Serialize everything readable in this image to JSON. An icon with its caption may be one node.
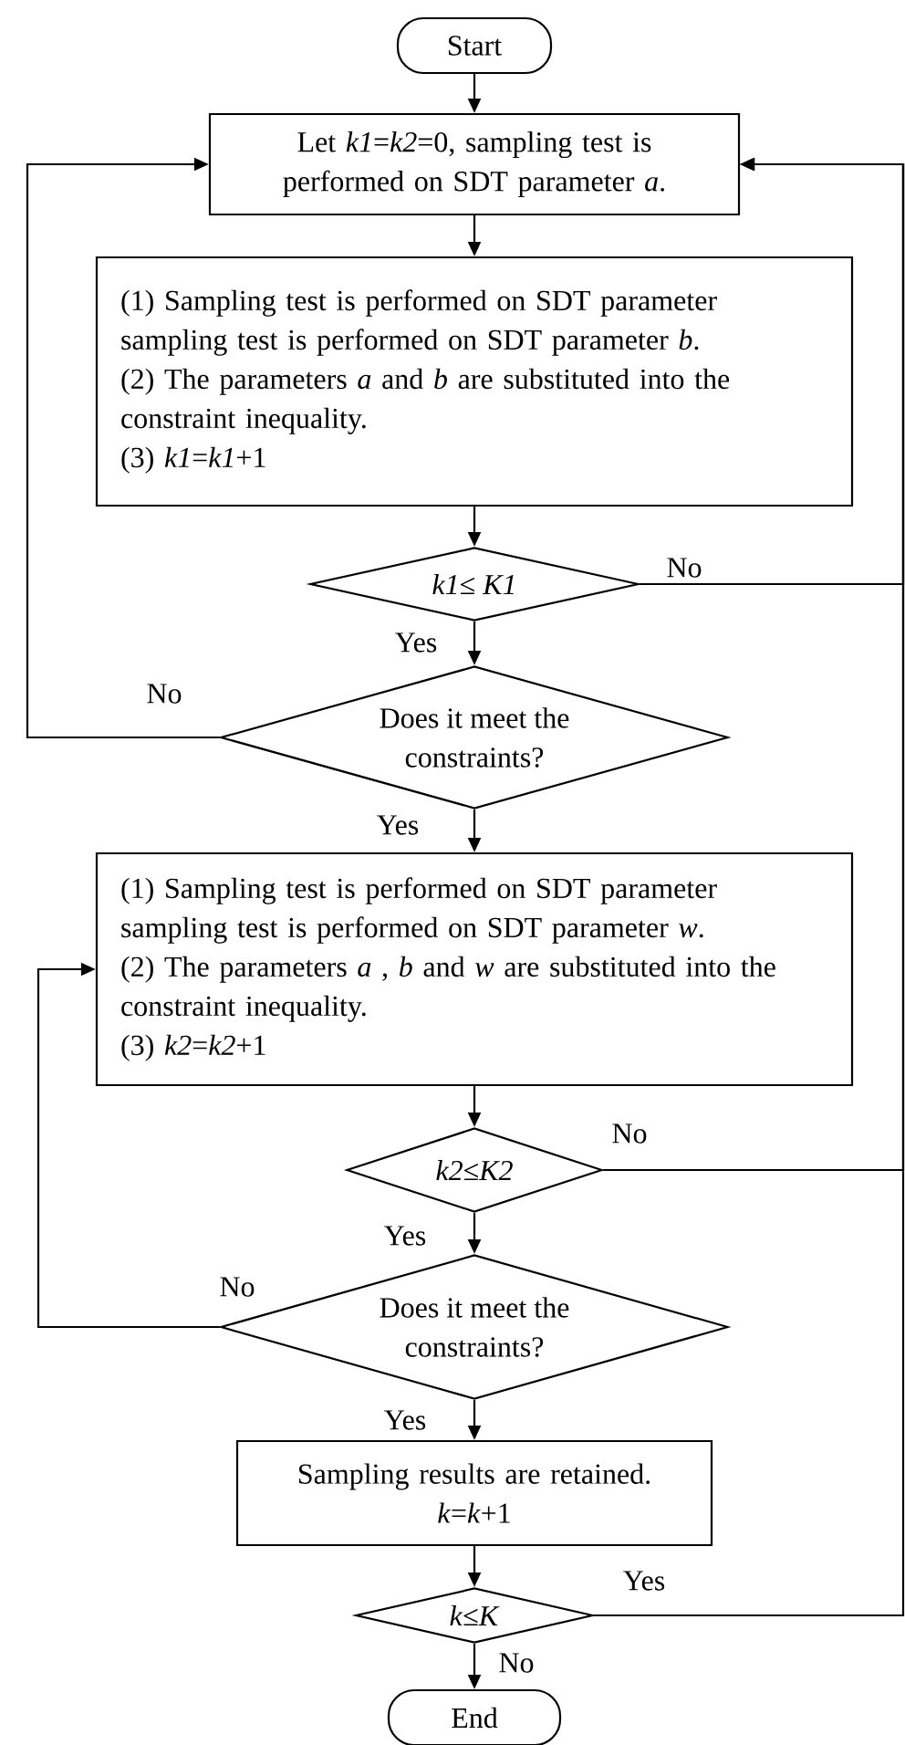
{
  "diagram": {
    "nodes": [
      {
        "text": [
          "Start"
        ]
      },
      {
        "text": [
          "Let *k1*=*k2*=0, sampling test is performed on SDT parameter *a*."
        ]
      },
      {
        "text": [
          "(1) Sampling test is performed on SDT parameter sampling test is performed on SDT parameter *b*.",
          "(2) The parameters *a* and *b* are substituted into the constraint inequality.",
          "(3) *k1*=*k1*+1"
        ]
      },
      {
        "text": [
          "*k1*≤ *K1*"
        ]
      },
      {
        "text": [
          "Does it meet the constraints?"
        ]
      },
      {
        "text": [
          "(1) Sampling test is performed on SDT parameter sampling test is performed on SDT parameter *w*.",
          "(2) The parameters *a* , *b* and *w* are substituted into the constraint inequality.",
          "(3) *k2*=*k2*+1"
        ]
      },
      {
        "text": [
          "*k2*≤*K2*"
        ]
      },
      {
        "text": [
          "Does it meet the constraints?"
        ]
      },
      {
        "text": [
          "Sampling results are retained.",
          "*k*=*k*+1"
        ]
      },
      {
        "text": [
          "*k*≤*K*"
        ]
      },
      {
        "text": [
          "End"
        ]
      }
    ],
    "edges": [
      {
        "from": 0,
        "to": 1,
        "arrow": "to"
      },
      {
        "from": 1,
        "to": 2,
        "arrow": "to"
      },
      {
        "from": 2,
        "to": 3,
        "arrow": "to"
      },
      {
        "from": 3,
        "to": 4,
        "arrow": "to",
        "label": "Yes"
      },
      {
        "from": 3,
        "to": 1,
        "arrow": "to",
        "label": "No"
      },
      {
        "from": 4,
        "to": 1,
        "arrow": "to",
        "label": "No"
      },
      {
        "from": 4,
        "to": 5,
        "arrow": "to",
        "label": "Yes"
      },
      {
        "from": 5,
        "to": 6,
        "arrow": "to"
      },
      {
        "from": 6,
        "to": 7,
        "arrow": "to",
        "label": "Yes"
      },
      {
        "from": 6,
        "to": 1,
        "arrow": "to",
        "label": "No"
      },
      {
        "from": 7,
        "to": 5,
        "arrow": "to",
        "label": "No"
      },
      {
        "from": 7,
        "to": 8,
        "arrow": "to",
        "label": "Yes"
      },
      {
        "from": 8,
        "to": 9,
        "arrow": "to"
      },
      {
        "from": 9,
        "to": 1,
        "arrow": "to",
        "label": "Yes"
      },
      {
        "from": 9,
        "to": 10,
        "arrow": "to",
        "label": "No"
      }
    ]
  }
}
